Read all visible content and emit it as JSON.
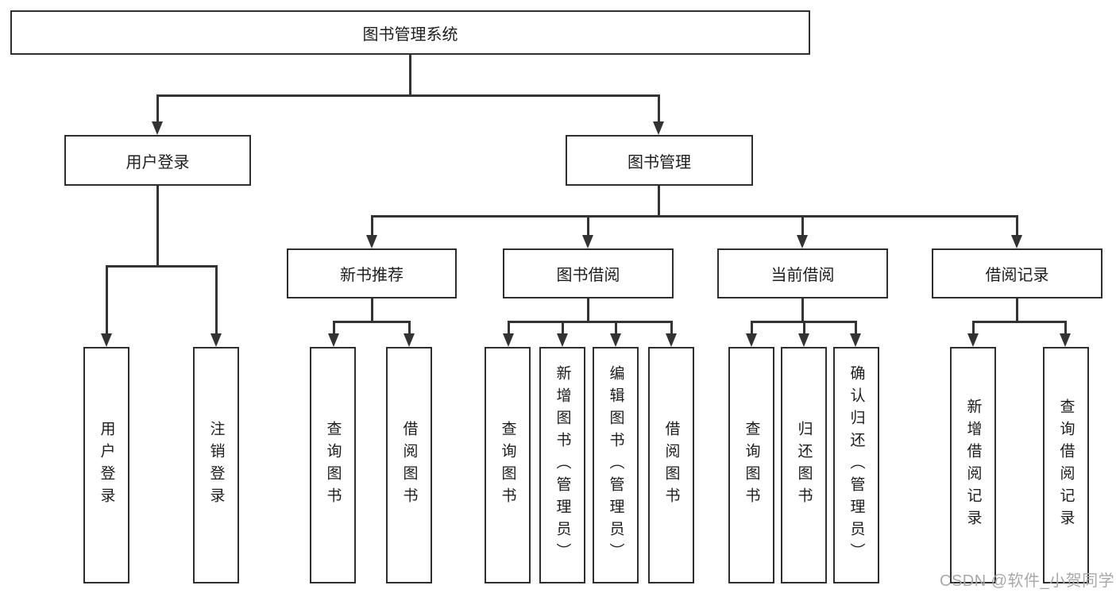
{
  "diagram": {
    "title": "图书管理系统",
    "root": {
      "label": "图书管理系统"
    },
    "level1": [
      {
        "label": "用户登录"
      },
      {
        "label": "图书管理"
      }
    ],
    "level2": [
      {
        "label": "新书推荐"
      },
      {
        "label": "图书借阅"
      },
      {
        "label": "当前借阅"
      },
      {
        "label": "借阅记录"
      }
    ],
    "leaves": {
      "login": [
        "用户登录",
        "注销登录"
      ],
      "newbook": [
        "查询图书",
        "借阅图书"
      ],
      "borrow": [
        "查询图书",
        "新增图书（管理员）",
        "编辑图书（管理员）",
        "借阅图书"
      ],
      "current": [
        "查询图书",
        "归还图书",
        "确认归还（管理员）"
      ],
      "records": [
        "新增借阅记录",
        "查询借阅记录"
      ]
    }
  },
  "watermark": "CSDN @软件_小贺同学",
  "colors": {
    "line": "#333333",
    "box_border": "#2e2e2e",
    "box_fill": "#ffffff",
    "text": "#1d1d1d",
    "watermark": "#a9a9a9"
  }
}
